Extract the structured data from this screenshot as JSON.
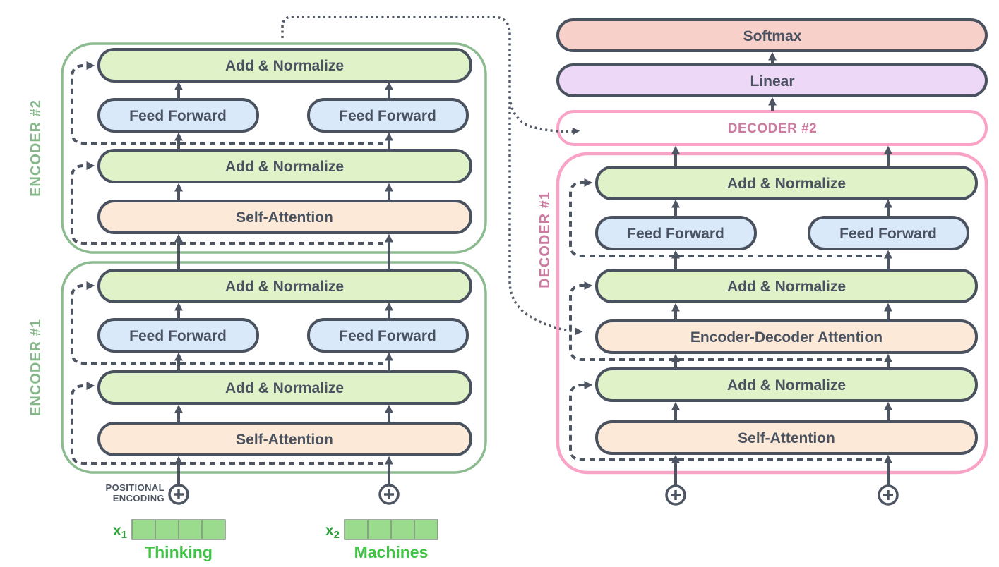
{
  "encoders": [
    {
      "name": "ENCODER #2",
      "add_normalize_top": "Add & Normalize",
      "feed_forward_left": "Feed Forward",
      "feed_forward_right": "Feed Forward",
      "add_normalize_bottom": "Add & Normalize",
      "self_attention": "Self-Attention"
    },
    {
      "name": "ENCODER #1",
      "add_normalize_top": "Add & Normalize",
      "feed_forward_left": "Feed Forward",
      "feed_forward_right": "Feed Forward",
      "add_normalize_bottom": "Add & Normalize",
      "self_attention": "Self-Attention"
    }
  ],
  "decoders": {
    "decoder_2": {
      "name": "DECODER #2"
    },
    "decoder_1": {
      "name": "DECODER #1",
      "add_normalize_top": "Add & Normalize",
      "feed_forward_left": "Feed Forward",
      "feed_forward_right": "Feed Forward",
      "add_normalize_mid": "Add & Normalize",
      "encoder_decoder_attention": "Encoder-Decoder Attention",
      "add_normalize_bottom": "Add & Normalize",
      "self_attention": "Self-Attention"
    }
  },
  "output_layers": {
    "softmax": "Softmax",
    "linear": "Linear"
  },
  "positional_encoding_label": {
    "line1": "POSITIONAL",
    "line2": "ENCODING"
  },
  "inputs": [
    {
      "var": "x",
      "sub": "1",
      "word": "Thinking",
      "cells": 4
    },
    {
      "var": "x",
      "sub": "2",
      "word": "Machines",
      "cells": 4
    }
  ],
  "colors": {
    "add_normalize_fill": "#dff2c8",
    "feed_forward_fill": "#d9e9fa",
    "attention_fill": "#fce9d7",
    "softmax_fill": "#f8d0ca",
    "linear_fill": "#edd8f7",
    "box_border": "#4a5260",
    "arrow": "#4d5563",
    "encoder_outline": "#8cbb90",
    "encoder_label_text": "#85b889",
    "decoder_outline": "#f9a3c6",
    "decoder_label_text": "#cb7aa0",
    "token_cell_fill": "#9adb8d",
    "token_cell_border": "#7f917f",
    "token_word_text": "#41c346",
    "token_var_text": "#2da03c",
    "background": "#ffffff"
  }
}
